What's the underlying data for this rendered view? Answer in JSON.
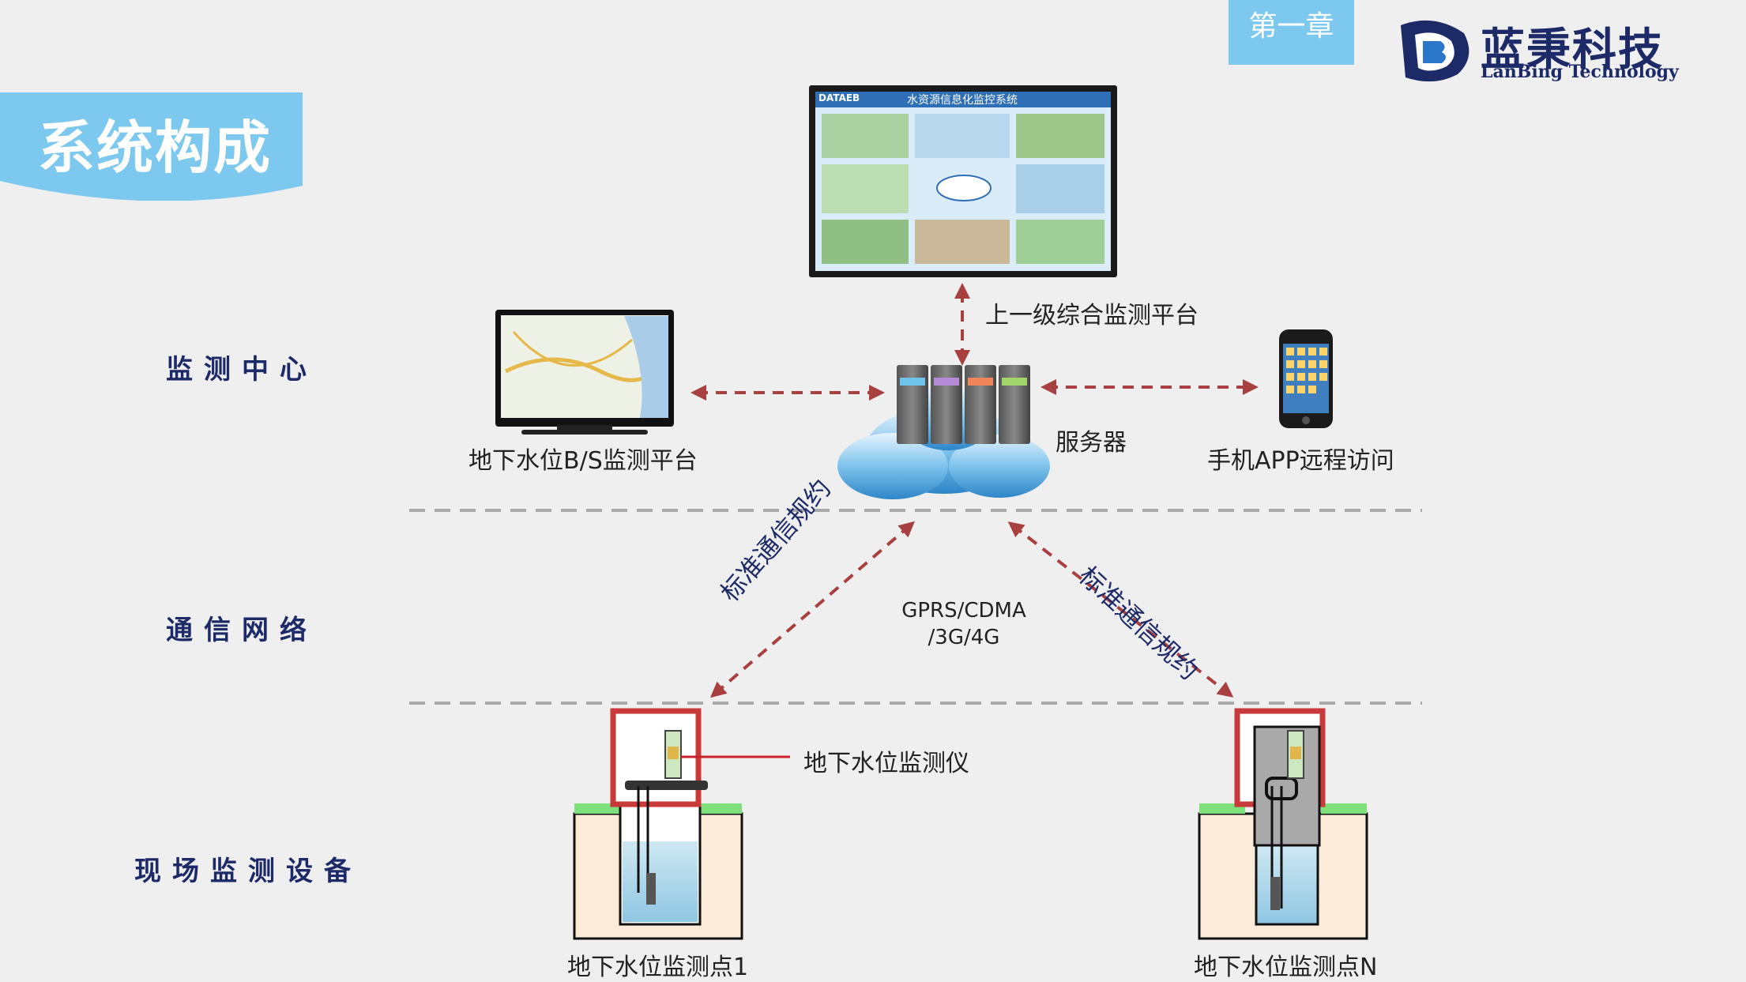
{
  "header": {
    "title": "系统构成",
    "chapter": "第一章",
    "logo_cn": "蓝秉科技",
    "logo_en": "LanBing Technology"
  },
  "rows": {
    "center": "监测中心",
    "network": "通信网络",
    "field": "现场监测设备"
  },
  "nodes": {
    "platform_screen_brand": "DATAEB",
    "platform_screen_title": "水资源信息化监控系统",
    "upper_platform": "上一级综合监测平台",
    "bs_platform": "地下水位B/S监测平台",
    "server": "服务器",
    "mobile_app": "手机APP远程访问",
    "network_types_line1": "GPRS/CDMA",
    "network_types_line2": "/3G/4G",
    "protocol_left": "标准通信规约",
    "protocol_right": "标准通信规约",
    "instrument": "地下水位监测仪",
    "station_1": "地下水位监测点1",
    "station_n": "地下水位监测点N"
  },
  "colors": {
    "accent_blue": "#7cc8ee",
    "dark_navy": "#1d2a68",
    "arrow_red": "#a84040",
    "housing_red": "#c83a3a"
  }
}
